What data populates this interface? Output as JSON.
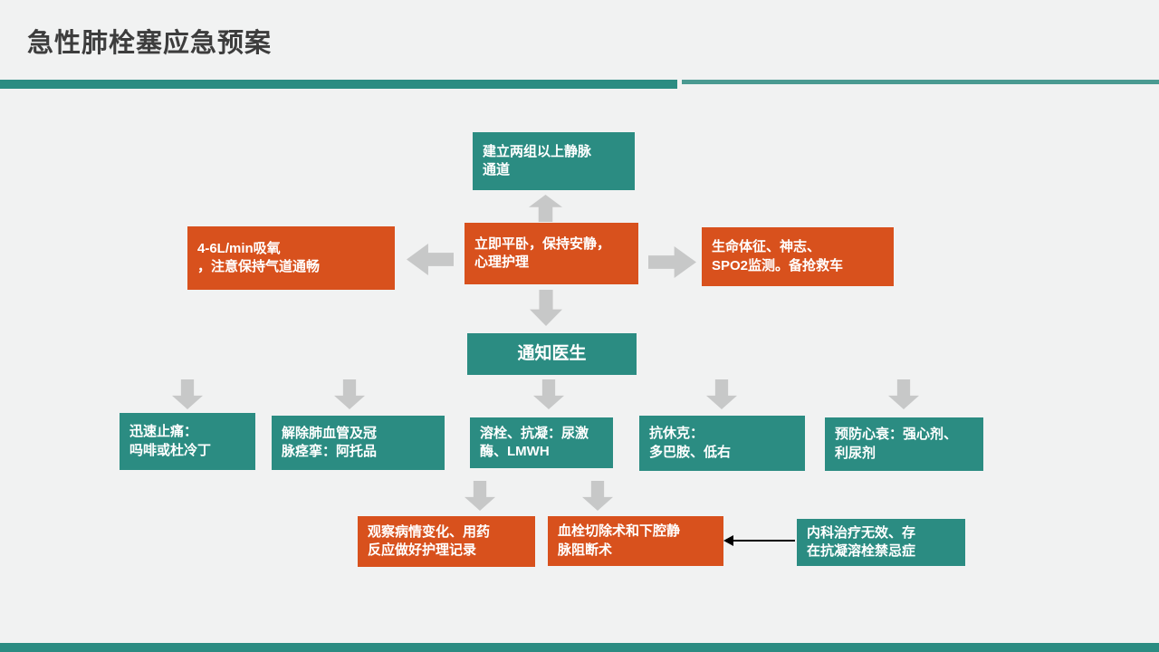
{
  "slide": {
    "title": "急性肺栓塞应急预案"
  },
  "colors": {
    "teal": "#2B8C82",
    "teal_light": "#4A9A91",
    "orange": "#D8511D",
    "arrow_gray": "#C7C8C8",
    "background": "#F1F2F2",
    "title_text": "#3D3D3D"
  },
  "nodes": {
    "iv_access": {
      "label": "建立两组以上静脉\n通道"
    },
    "oxygen": {
      "label": "4-6L/min吸氧\n，注意保持气道通畅"
    },
    "immediate": {
      "label": "立即平卧，保持安静，\n心理护理"
    },
    "monitor": {
      "label": "生命体征、神志、\nSPO2监测。备抢救车"
    },
    "notify": {
      "label": "通知医生"
    },
    "pain": {
      "label": "迅速止痛：\n吗啡或杜冷丁"
    },
    "spasm": {
      "label": "解除肺血管及冠\n脉痉挛：阿托品"
    },
    "thrombolysis": {
      "label": "溶栓、抗凝：尿激\n酶、LMWH"
    },
    "shock": {
      "label": "抗休克：\n多巴胺、低右"
    },
    "heart_failure": {
      "label": "预防心衰：强心剂、\n利尿剂"
    },
    "observe": {
      "label": "观察病情变化、用药\n反应做好护理记录"
    },
    "surgery": {
      "label": "血栓切除术和下腔静\n脉阻断术"
    },
    "indication": {
      "label": "内科治疗无效、存\n在抗凝溶栓禁忌症"
    }
  }
}
